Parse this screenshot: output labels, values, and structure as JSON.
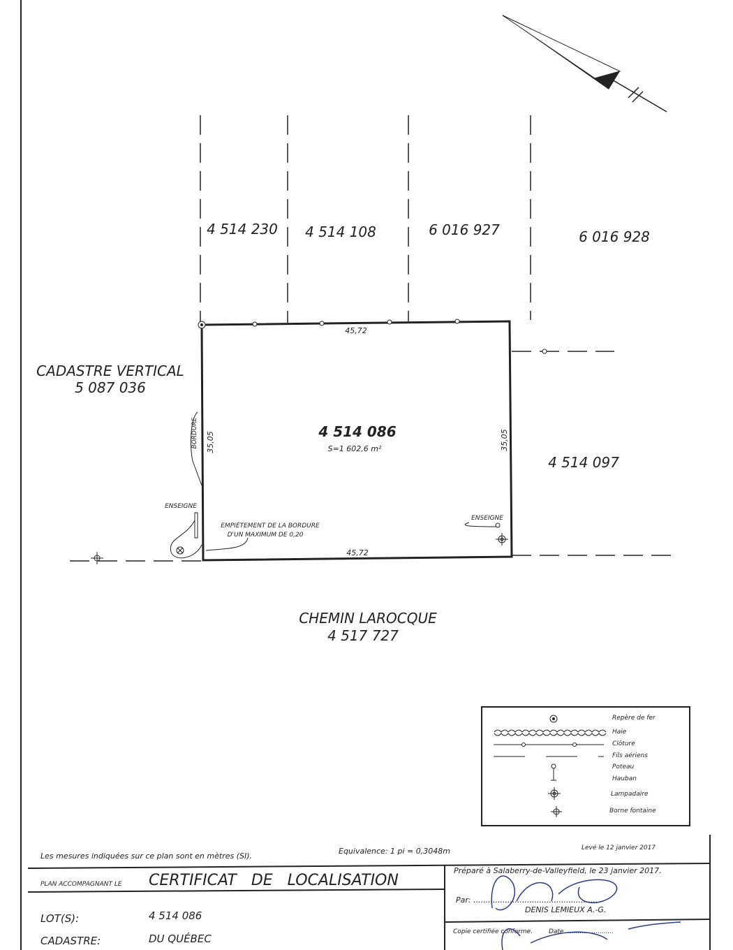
{
  "neighbor_lots": [
    "4 514 230",
    "4 514 108",
    "6 016 927",
    "6 016 928"
  ],
  "cadastre_vertical": {
    "label": "CADASTRE VERTICAL",
    "number": "5 087 036"
  },
  "east_lot": "4 514 097",
  "main_lot": {
    "number": "4 514 086",
    "area": "S=1 602,6 m²",
    "top_length": "45,72",
    "bottom_length": "45,72",
    "left_length": "35,05",
    "right_length": "35,05"
  },
  "annotations": {
    "bordure": "BORDURE",
    "enseigne_left": "ENSEIGNE",
    "enseigne_right": "ENSEIGNE",
    "empietement_1": "EMPIÉTEMENT DE LA BORDURE",
    "empietement_2": "D'UN MAXIMUM DE 0,20"
  },
  "street": {
    "name": "CHEMIN LAROCQUE",
    "number": "4 517 727"
  },
  "legend": [
    "Repère de fer",
    "Haie",
    "Clôture",
    "Fils aériens",
    "Poteau",
    "Hauban",
    "Lampadaire",
    "Borne fontaine"
  ],
  "footer": {
    "units_note": "Les mesures indiquées sur ce plan sont en mètres (SI).",
    "equivalence": "Equivalence: 1 pi = 0,3048m",
    "leve": "Levé le 12 janvier 2017",
    "plan_label": "PLAN ACCOMPAGNANT LE",
    "title": "CERTIFICAT   DE   LOCALISATION",
    "prepared": "Préparé à Salaberry-de-Valleyfield, le 23 janvier 2017.",
    "par": "Par: ...................................................",
    "surveyor": "DENIS LEMIEUX A.-G.",
    "copie": "Copie certifiée conforme.        Date ........................",
    "lots_label": "LOT(S):",
    "lots_value": "4 514 086",
    "cadastre_label": "CADASTRE:",
    "cadastre_value": "DU QUÉBEC"
  }
}
